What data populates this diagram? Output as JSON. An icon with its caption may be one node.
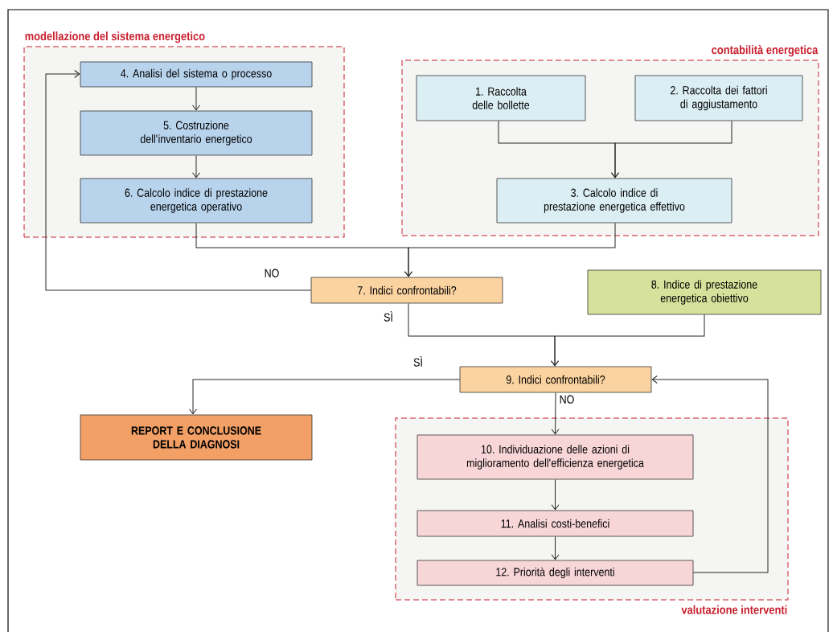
{
  "diagram": {
    "nodes": [
      {
        "text": [
          "modellazione del sistema energetico"
        ]
      },
      {
        "text": [
          "4. Analisi del sistema o processo"
        ],
        "in": 0
      },
      {
        "text": [
          "5. Costruzione dell'inventario energetico"
        ],
        "in": 0
      },
      {
        "text": [
          "6. Calcolo indice di prestazione energetica operativo"
        ],
        "in": 0
      },
      {
        "text": [
          "contabilità energetica"
        ]
      },
      {
        "text": [
          "1. Raccolta delle bollette"
        ],
        "in": 4
      },
      {
        "text": [
          "2. Raccolta dei fattori di aggiustamento"
        ],
        "in": 4
      },
      {
        "text": [
          "3. Calcolo indice di prestazione energetica effettivo"
        ],
        "in": 4
      },
      {
        "text": [
          "7. Indici confrontabili?"
        ]
      },
      {
        "text": [
          "8. Indice di prestazione energetica obiettivo"
        ]
      },
      {
        "text": [
          "9. Indici confrontabili?"
        ]
      },
      {
        "text": [
          "REPORT E CONCLUSIONE DELLA DIAGNOSI"
        ]
      },
      {
        "text": [
          "valutazione interventi"
        ]
      },
      {
        "text": [
          "10. Individuazione delle azioni di miglioramento dell'efficienza energetica"
        ],
        "in": 12
      },
      {
        "text": [
          "11. Analisi costi-benefici"
        ],
        "in": 12
      },
      {
        "text": [
          "12. Priorità degli interventi"
        ],
        "in": 12
      }
    ],
    "edges": [
      {
        "from": 1,
        "to": 2,
        "arrow": "to"
      },
      {
        "from": 2,
        "to": 3,
        "arrow": "to"
      },
      {
        "from": 5,
        "to": 7,
        "arrow": "to"
      },
      {
        "from": 6,
        "to": 7,
        "arrow": "to"
      },
      {
        "from": 3,
        "to": 8,
        "arrow": "to"
      },
      {
        "from": 7,
        "to": 8,
        "arrow": "to"
      },
      {
        "from": 8,
        "to": 1,
        "arrow": "to",
        "label": "NO"
      },
      {
        "from": 8,
        "to": 10,
        "arrow": "to",
        "label": "SÌ"
      },
      {
        "from": 9,
        "to": 10,
        "arrow": "to"
      },
      {
        "from": 10,
        "to": 11,
        "arrow": "to",
        "label": "SÌ"
      },
      {
        "from": 10,
        "to": 13,
        "arrow": "to",
        "label": "NO"
      },
      {
        "from": 13,
        "to": 14,
        "arrow": "to"
      },
      {
        "from": 14,
        "to": 15,
        "arrow": "to"
      },
      {
        "from": 15,
        "to": 10,
        "arrow": "to"
      }
    ]
  }
}
